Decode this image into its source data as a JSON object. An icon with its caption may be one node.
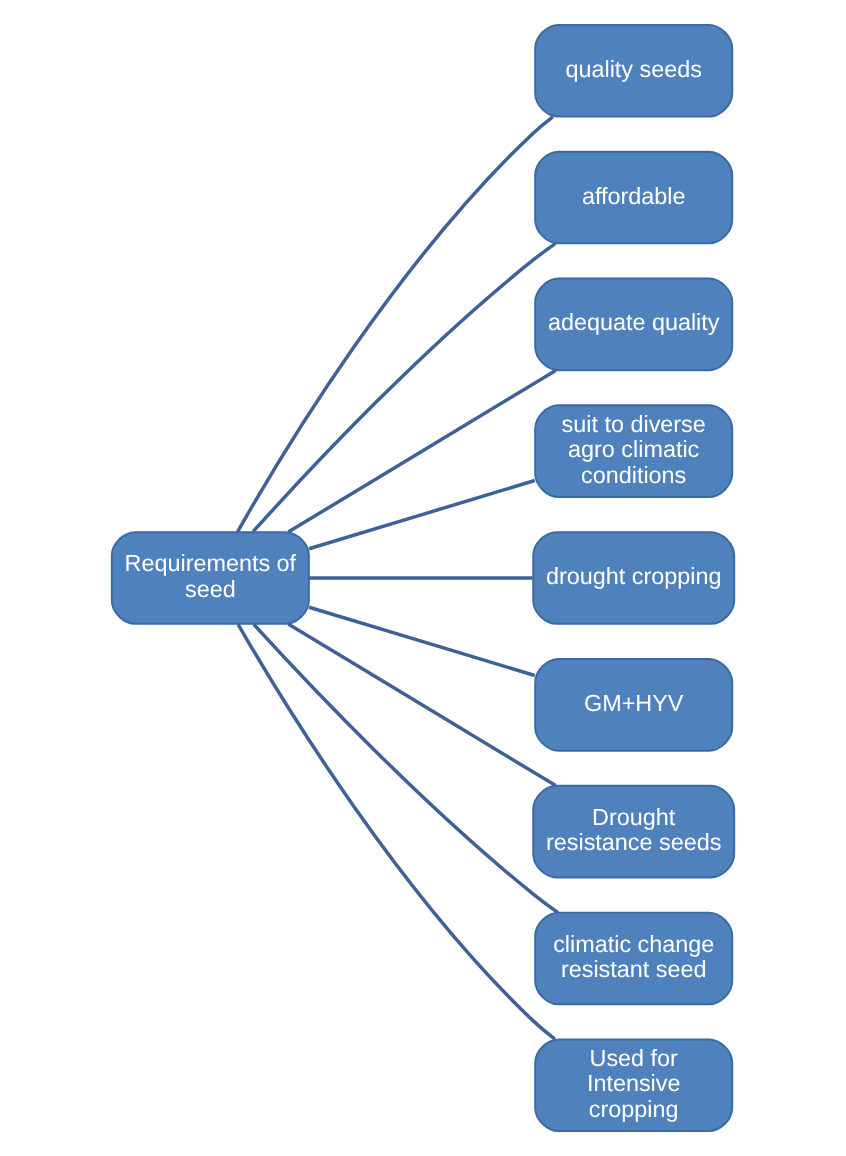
{
  "diagram": {
    "nodes": [
      {
        "text": [
          "Requirements of seed"
        ]
      },
      {
        "text": [
          "quality seeds"
        ]
      },
      {
        "text": [
          "affordable"
        ]
      },
      {
        "text": [
          "adequate quality"
        ]
      },
      {
        "text": [
          "suit to diverse agro climatic conditions"
        ]
      },
      {
        "text": [
          "drought cropping"
        ]
      },
      {
        "text": [
          "GM+HYV"
        ]
      },
      {
        "text": [
          "Drought resistance seeds"
        ]
      },
      {
        "text": [
          "climatic change resistant seed"
        ]
      },
      {
        "text": [
          "Used for Intensive cropping"
        ]
      }
    ],
    "edges": [
      {
        "from": 0,
        "to": 1,
        "arrow": "none"
      },
      {
        "from": 0,
        "to": 2,
        "arrow": "none"
      },
      {
        "from": 0,
        "to": 3,
        "arrow": "none"
      },
      {
        "from": 0,
        "to": 4,
        "arrow": "none"
      },
      {
        "from": 0,
        "to": 5,
        "arrow": "none"
      },
      {
        "from": 0,
        "to": 6,
        "arrow": "none"
      },
      {
        "from": 0,
        "to": 7,
        "arrow": "none"
      },
      {
        "from": 0,
        "to": 8,
        "arrow": "none"
      },
      {
        "from": 0,
        "to": 9,
        "arrow": "none"
      }
    ]
  }
}
